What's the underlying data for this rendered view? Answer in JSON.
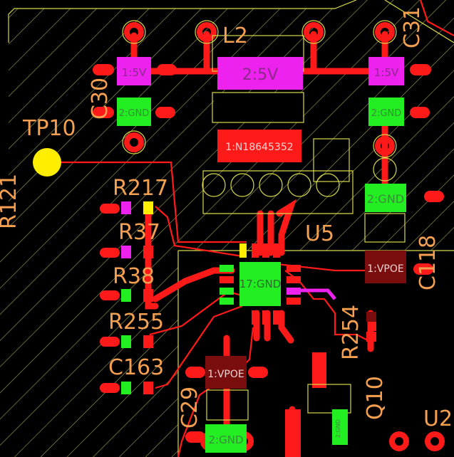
{
  "colors": {
    "background": "#000000",
    "hatch": "#9a9a56",
    "copper": "#ff1a1a",
    "pad_gnd": "#22ee22",
    "pad_5v": "#ee22ee",
    "pad_vpoe": "#7a0e0e",
    "silkscreen": "#f5a050",
    "keepout": "#d8d84a",
    "testpoint": "#ffee00"
  },
  "designators": {
    "l2": "L2",
    "c30": "C30",
    "c31": "C31",
    "tp10": "TP10",
    "r121": "R121",
    "r217": "R217",
    "r37": "R37",
    "r38": "R38",
    "r255": "R255",
    "c163": "C163",
    "u5": "U5",
    "c118": "C118",
    "r254": "R254",
    "c29": "C29",
    "q10": "Q10",
    "u2": "U2"
  },
  "nets": {
    "c30_pad1": "1:5V",
    "c30_pad2": "2:GND",
    "l2_pad2": "2:5V",
    "c31_pad1": "1:5V",
    "c31_pad2": "2:GND",
    "part_label": "1:N18645352",
    "gnd_pad_right": "2:GND",
    "u5_center": "17:GND",
    "c118_pad": "1:VPOE",
    "c29_pad_top": "1:VPOE",
    "c29_pad_bottom": "2:GND",
    "small_gnd": "2:GND"
  }
}
